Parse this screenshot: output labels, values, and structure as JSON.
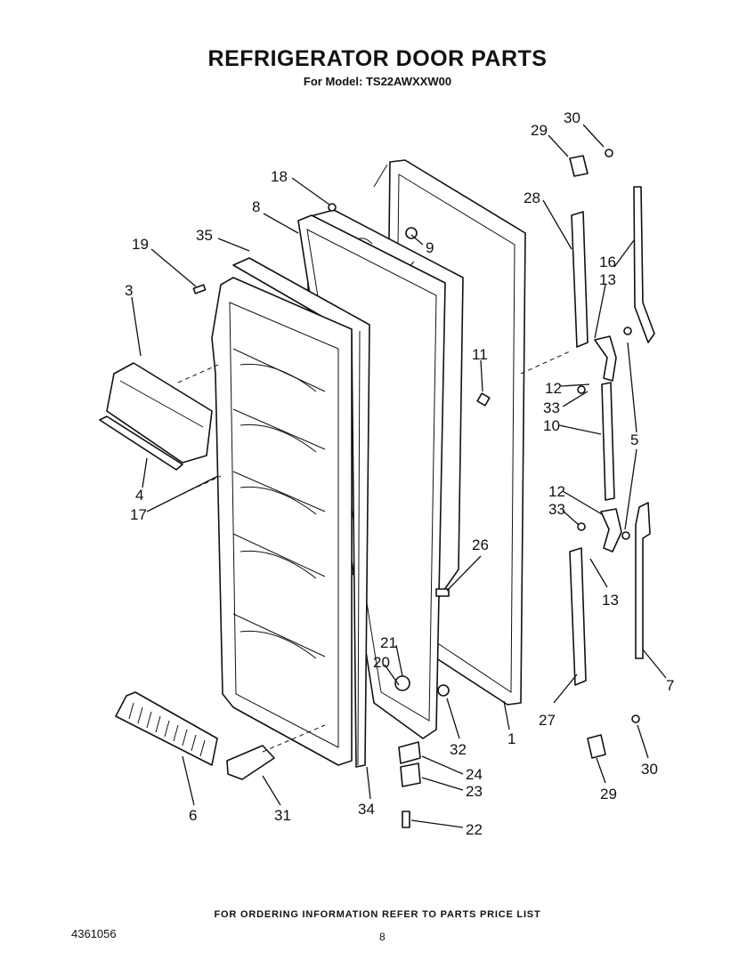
{
  "header": {
    "title": "REFRIGERATOR DOOR PARTS",
    "subtitle": "For Model: TS22AWXXW00"
  },
  "callouts": {
    "c1": "1",
    "c3": "3",
    "c4": "4",
    "c5": "5",
    "c6": "6",
    "c7": "7",
    "c8": "8",
    "c9": "9",
    "c10": "10",
    "c11": "11",
    "c12a": "12",
    "c12b": "12",
    "c13a": "13",
    "c13b": "13",
    "c16": "16",
    "c17": "17",
    "c18": "18",
    "c19": "19",
    "c20": "20",
    "c21": "21",
    "c22": "22",
    "c23": "23",
    "c24": "24",
    "c26": "26",
    "c27": "27",
    "c28": "28",
    "c29a": "29",
    "c29b": "29",
    "c30a": "30",
    "c30b": "30",
    "c31": "31",
    "c32": "32",
    "c33a": "33",
    "c33b": "33",
    "c34": "34",
    "c35": "35"
  },
  "footer": {
    "ordering_note": "FOR ORDERING INFORMATION REFER TO PARTS PRICE LIST",
    "document_number": "4361056",
    "page_number": "8"
  }
}
